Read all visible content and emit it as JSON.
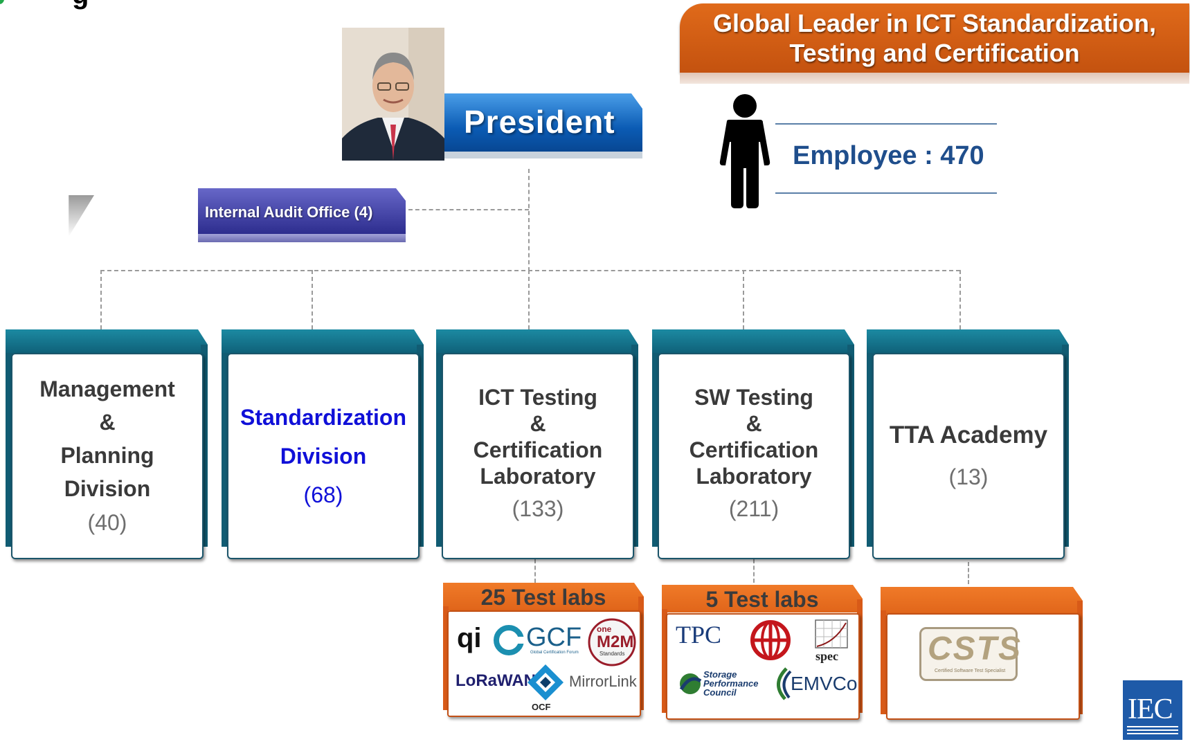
{
  "header": {
    "cut_title": "g"
  },
  "banner": {
    "line1": "Global Leader in ICT Standardization,",
    "line2": "Testing and Certification"
  },
  "president": {
    "label": "President"
  },
  "employee": {
    "label": "Employee : 470"
  },
  "audit": {
    "label": "Internal Audit Office (4)"
  },
  "divisions": [
    {
      "name_lines": [
        "Management",
        "&",
        "Planning",
        "Division"
      ],
      "count": "(40)"
    },
    {
      "name_lines": [
        "Standardization",
        "Division"
      ],
      "count": "(68)"
    },
    {
      "name_lines": [
        "ICT Testing",
        "&",
        "Certification",
        "Laboratory"
      ],
      "count": "(133)"
    },
    {
      "name_lines": [
        "SW Testing",
        "&",
        "Certification",
        "Laboratory"
      ],
      "count": "(211)"
    },
    {
      "name_lines": [
        "TTA Academy"
      ],
      "count": "(13)"
    }
  ],
  "labs": [
    {
      "title": "25 Test labs",
      "logos": [
        "qi",
        "GCF",
        "one M2M",
        "LoRaWAN",
        "OCF",
        "MirrorLink"
      ]
    },
    {
      "title": "5 Test labs",
      "logos": [
        "TPC",
        "spec",
        "Storage Performance Council",
        "EMVCo"
      ]
    },
    {
      "title": "",
      "logos": [
        "CSTS"
      ]
    }
  ],
  "logo_text": {
    "qi": "qi",
    "gcf": "GCF",
    "gcf_sub": "Global Certification Forum",
    "onem2m_top": "one",
    "onem2m_mid": "M2M",
    "onem2m_sub": "Standards",
    "lorawan": "LoRaWAN",
    "ocf": "OCF",
    "mirrorlink": "MirrorLink",
    "tpc": "TPC",
    "spec": "spec",
    "spc_line1": "Storage",
    "spc_line2": "Performance",
    "spc_line3": "Council",
    "emvco": "EMVCo",
    "csts": "CSTS",
    "csts_sub": "Certified Software Test Specialist"
  },
  "iec": {
    "label": "IEC"
  },
  "colors": {
    "orange": "#d85a18",
    "blue": "#0b5bb4",
    "teal": "#115c73",
    "navy": "#2d2d8e"
  }
}
